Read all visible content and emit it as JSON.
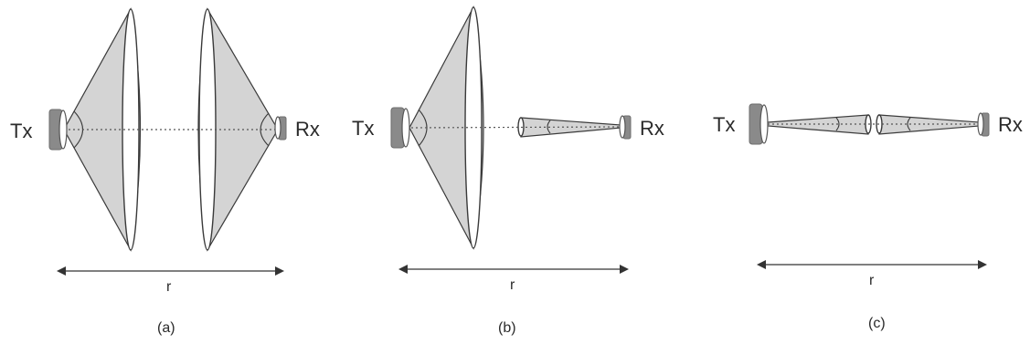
{
  "tx_label": "Tx",
  "rx_label": "Rx",
  "distance_label": "r",
  "panels": [
    {
      "caption": "(a)"
    },
    {
      "caption": "(b)"
    },
    {
      "caption": "(c)"
    }
  ]
}
